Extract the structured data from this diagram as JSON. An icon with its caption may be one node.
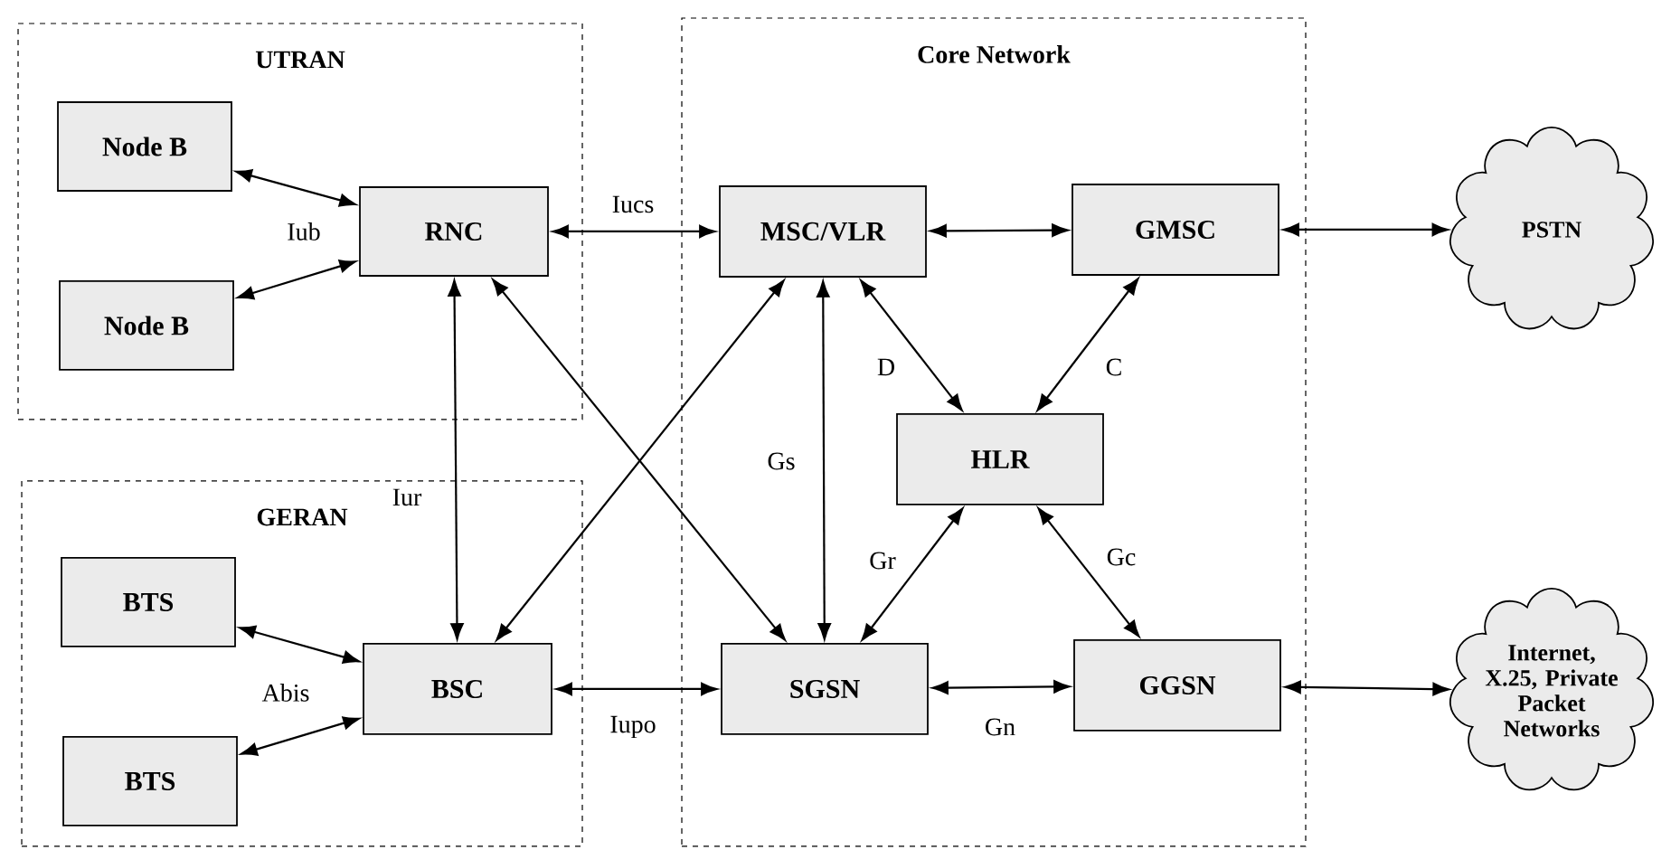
{
  "diagram": {
    "nodes": [
      {
        "text": [
          "UTRAN"
        ]
      },
      {
        "text": [
          "Node B"
        ],
        "in": 0
      },
      {
        "text": [
          "Node B"
        ],
        "in": 0
      },
      {
        "text": [
          "RNC"
        ],
        "in": 0
      },
      {
        "text": [
          "GERAN"
        ]
      },
      {
        "text": [
          "BTS"
        ],
        "in": 4
      },
      {
        "text": [
          "BTS"
        ],
        "in": 4
      },
      {
        "text": [
          "BSC"
        ],
        "in": 4
      },
      {
        "text": [
          "Core Network"
        ]
      },
      {
        "text": [
          "MSC/VLR"
        ],
        "in": 8
      },
      {
        "text": [
          "GMSC"
        ],
        "in": 8
      },
      {
        "text": [
          "HLR"
        ],
        "in": 8
      },
      {
        "text": [
          "SGSN"
        ],
        "in": 8
      },
      {
        "text": [
          "GGSN"
        ],
        "in": 8
      },
      {
        "text": [
          "PSTN"
        ]
      },
      {
        "text": [
          "Internet, X.25, Private Packet Networks"
        ]
      }
    ],
    "edges": [
      {
        "from": 1,
        "to": 3,
        "arrow": "both",
        "label": "Iub"
      },
      {
        "from": 2,
        "to": 3,
        "arrow": "both"
      },
      {
        "from": 3,
        "to": 9,
        "arrow": "both",
        "label": "Iucs"
      },
      {
        "from": 3,
        "to": 7,
        "arrow": "both",
        "label": "Iur"
      },
      {
        "from": 3,
        "to": 12,
        "arrow": "both"
      },
      {
        "from": 9,
        "to": 7,
        "arrow": "both"
      },
      {
        "from": 5,
        "to": 7,
        "arrow": "both",
        "label": "Abis"
      },
      {
        "from": 6,
        "to": 7,
        "arrow": "both"
      },
      {
        "from": 7,
        "to": 12,
        "arrow": "both",
        "label": "Iupo"
      },
      {
        "from": 9,
        "to": 10,
        "arrow": "both"
      },
      {
        "from": 10,
        "to": 14,
        "arrow": "both"
      },
      {
        "from": 9,
        "to": 11,
        "arrow": "both",
        "label": "D"
      },
      {
        "from": 10,
        "to": 11,
        "arrow": "both",
        "label": "C"
      },
      {
        "from": 9,
        "to": 12,
        "arrow": "both",
        "label": "Gs"
      },
      {
        "from": 11,
        "to": 12,
        "arrow": "both",
        "label": "Gr"
      },
      {
        "from": 11,
        "to": 13,
        "arrow": "both",
        "label": "Gc"
      },
      {
        "from": 12,
        "to": 13,
        "arrow": "both",
        "label": "Gn"
      },
      {
        "from": 13,
        "to": 15,
        "arrow": "both"
      }
    ]
  }
}
